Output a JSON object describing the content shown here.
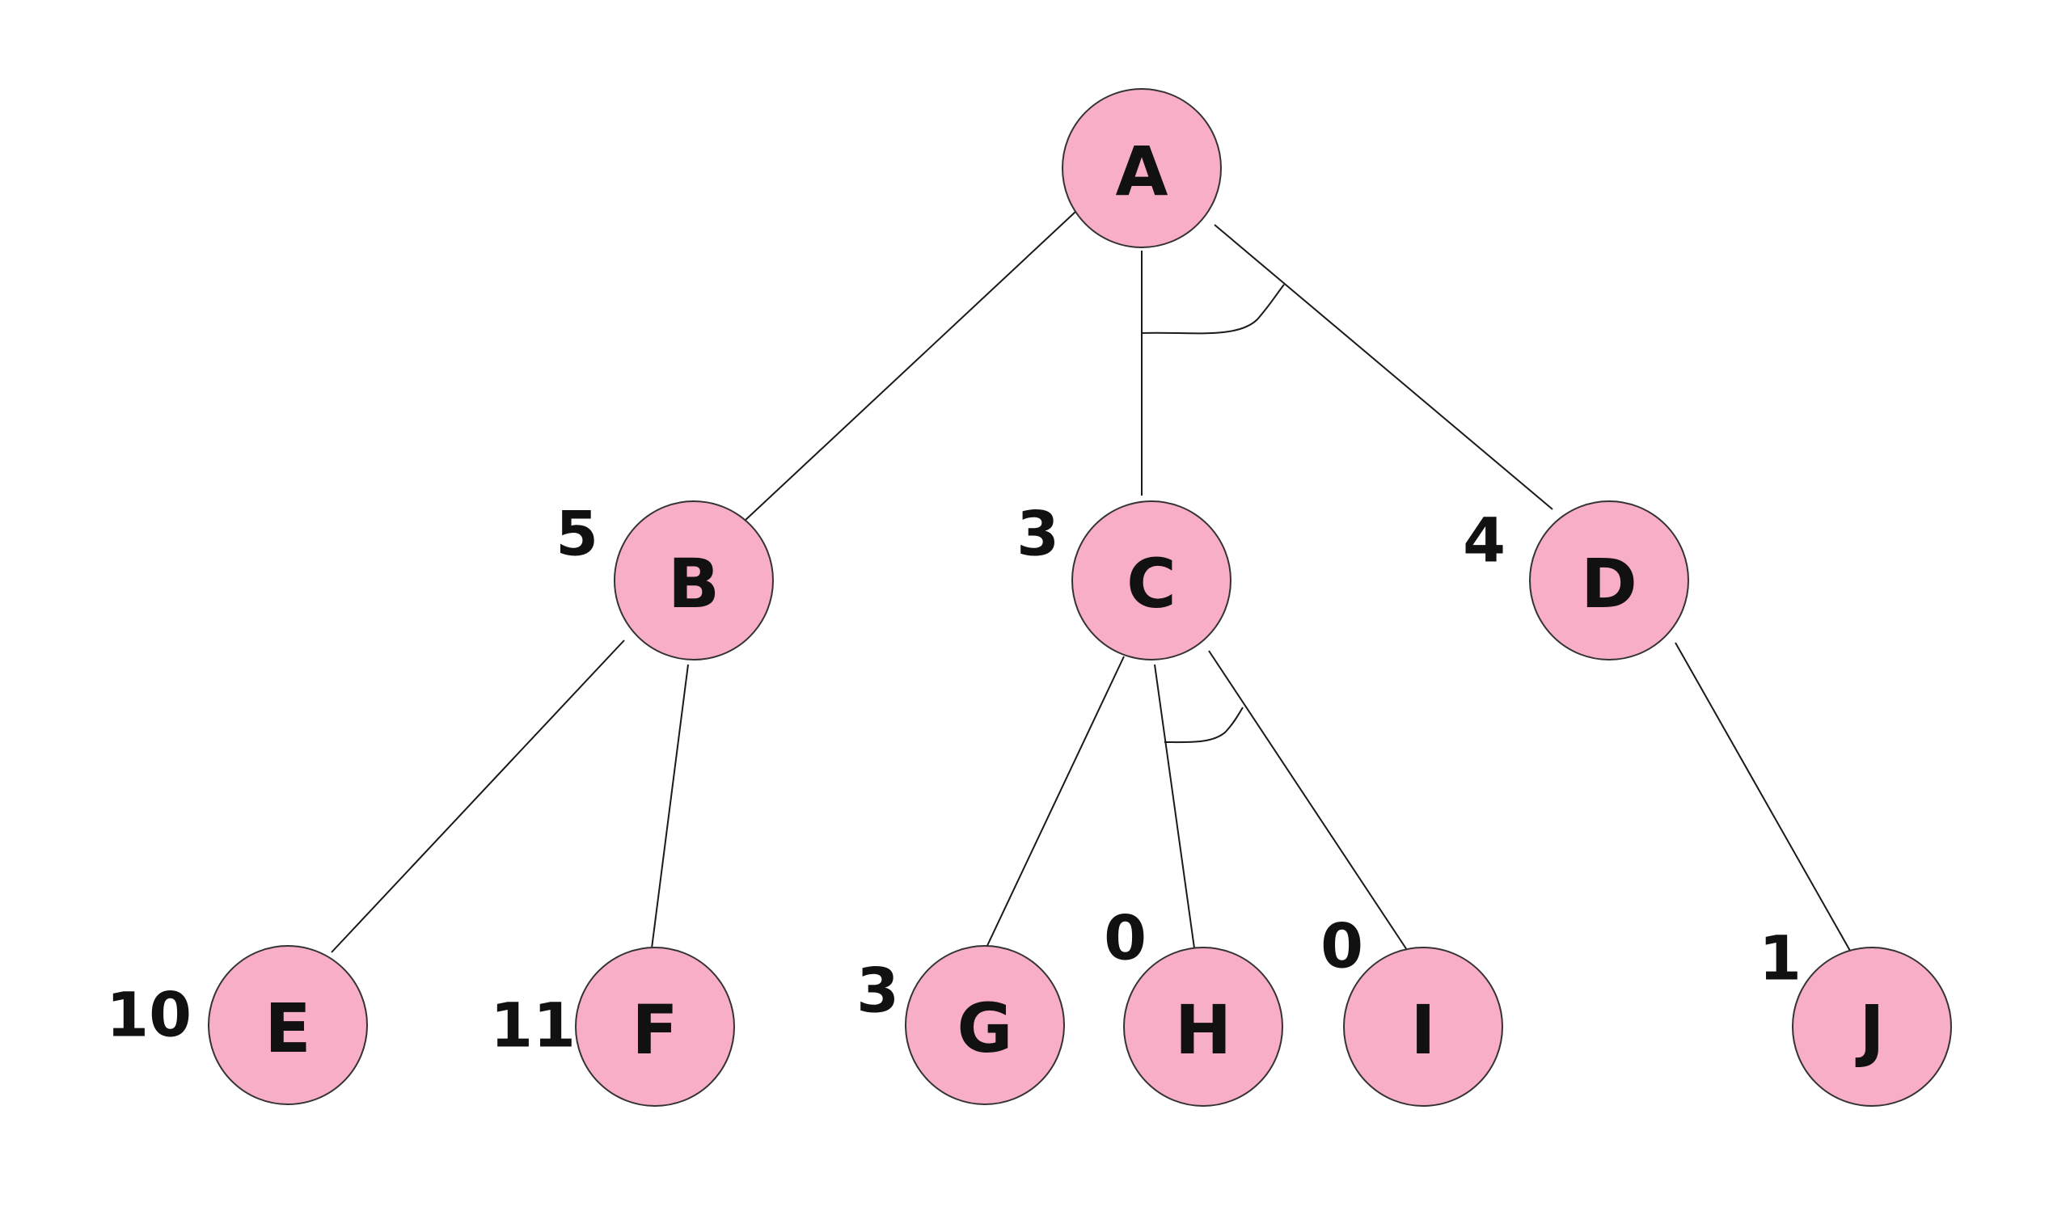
{
  "nodes": [
    {
      "id": "A",
      "label": "A",
      "value": ""
    },
    {
      "id": "B",
      "label": "B",
      "value": "5"
    },
    {
      "id": "C",
      "label": "C",
      "value": "3"
    },
    {
      "id": "D",
      "label": "D",
      "value": "4"
    },
    {
      "id": "E",
      "label": "E",
      "value": "10"
    },
    {
      "id": "F",
      "label": "F",
      "value": "11"
    },
    {
      "id": "G",
      "label": "G",
      "value": "3"
    },
    {
      "id": "H",
      "label": "H",
      "value": "0"
    },
    {
      "id": "I",
      "label": "I",
      "value": "0"
    },
    {
      "id": "J",
      "label": "J",
      "value": "1"
    }
  ],
  "edges": [
    {
      "from": "A",
      "to": "B"
    },
    {
      "from": "A",
      "to": "C"
    },
    {
      "from": "A",
      "to": "D"
    },
    {
      "from": "B",
      "to": "E"
    },
    {
      "from": "B",
      "to": "F"
    },
    {
      "from": "C",
      "to": "G"
    },
    {
      "from": "C",
      "to": "H"
    },
    {
      "from": "C",
      "to": "I"
    },
    {
      "from": "D",
      "to": "J"
    }
  ],
  "and_arcs": [
    {
      "parent": "A",
      "children": [
        "C",
        "D"
      ]
    },
    {
      "parent": "C",
      "children": [
        "H",
        "I"
      ]
    }
  ],
  "colors": {
    "node_fill": "#f9aec8",
    "node_stroke": "#333333",
    "edge": "#1a1a1a",
    "text": "#111111"
  }
}
